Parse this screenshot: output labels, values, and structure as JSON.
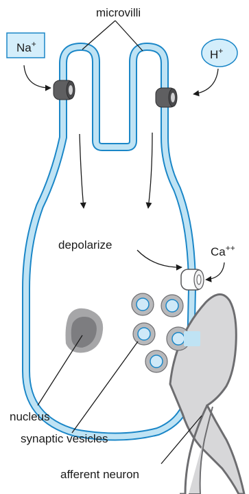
{
  "labels": {
    "microvilli": "microvilli",
    "depolarize": "depolarize",
    "nucleus": "nucleus",
    "synaptic_vesicles": "synaptic vesicles",
    "afferent_neuron": "afferent neuron"
  },
  "ions": {
    "sodium": {
      "symbol": "Na",
      "charge": "+"
    },
    "hydrogen": {
      "symbol": "H",
      "charge": "+"
    },
    "calcium": {
      "symbol": "Ca",
      "charge": "++"
    }
  },
  "colors": {
    "membrane": "#bfe3f4",
    "membrane_outline": "#1a86c7",
    "ion_box_fill": "#d4eefb",
    "channel": "#5f5f61",
    "vesicle_outer": "#b9b9bb",
    "vesicle_inner": "#cfe9f8",
    "nucleus_outer": "#a6a6a8",
    "nucleus_inner": "#7d7d80",
    "neuron": "#d7d7d9",
    "neuron_outline": "#6d6d70"
  }
}
